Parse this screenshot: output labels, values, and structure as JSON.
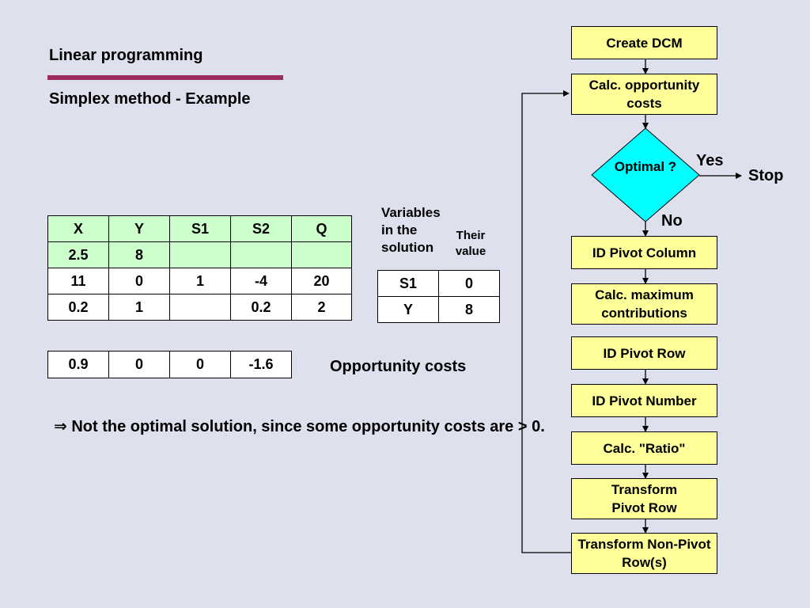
{
  "header": {
    "title": "Linear programming",
    "subtitle": "Simplex method - Example"
  },
  "main_table": {
    "headers": [
      "X",
      "Y",
      "S1",
      "S2",
      "Q"
    ],
    "rows": [
      [
        "2.5",
        "8",
        "",
        "",
        ""
      ],
      [
        "11",
        "0",
        "1",
        "-4",
        "20"
      ],
      [
        "0.2",
        "1",
        "",
        "0.2",
        "2"
      ]
    ]
  },
  "solution": {
    "label_variables": "Variables in the solution",
    "label_value": "Their value",
    "rows": [
      [
        "S1",
        "0"
      ],
      [
        "Y",
        "8"
      ]
    ]
  },
  "opportunity": {
    "values": [
      "0.9",
      "0",
      "0",
      "-1.6"
    ],
    "label": "Opportunity costs"
  },
  "note": {
    "symbol": "⇒",
    "text": "Not the optimal solution, since some opportunity costs are > 0."
  },
  "flowchart": {
    "steps": [
      "Create DCM",
      "Calc. opportunity costs",
      "ID Pivot Column",
      "Calc. maximum contributions",
      "ID Pivot Row",
      "ID Pivot Number",
      "Calc. \"Ratio\"",
      "Transform Pivot Row",
      "Transform Non-Pivot Row(s)"
    ],
    "decision": "Optimal ?",
    "yes": "Yes",
    "no": "No",
    "stop": "Stop",
    "colors": {
      "box": "#ffff99",
      "decision": "#00ffff",
      "accent": "#9b2d5f",
      "table_header": "#ccffcc"
    }
  }
}
